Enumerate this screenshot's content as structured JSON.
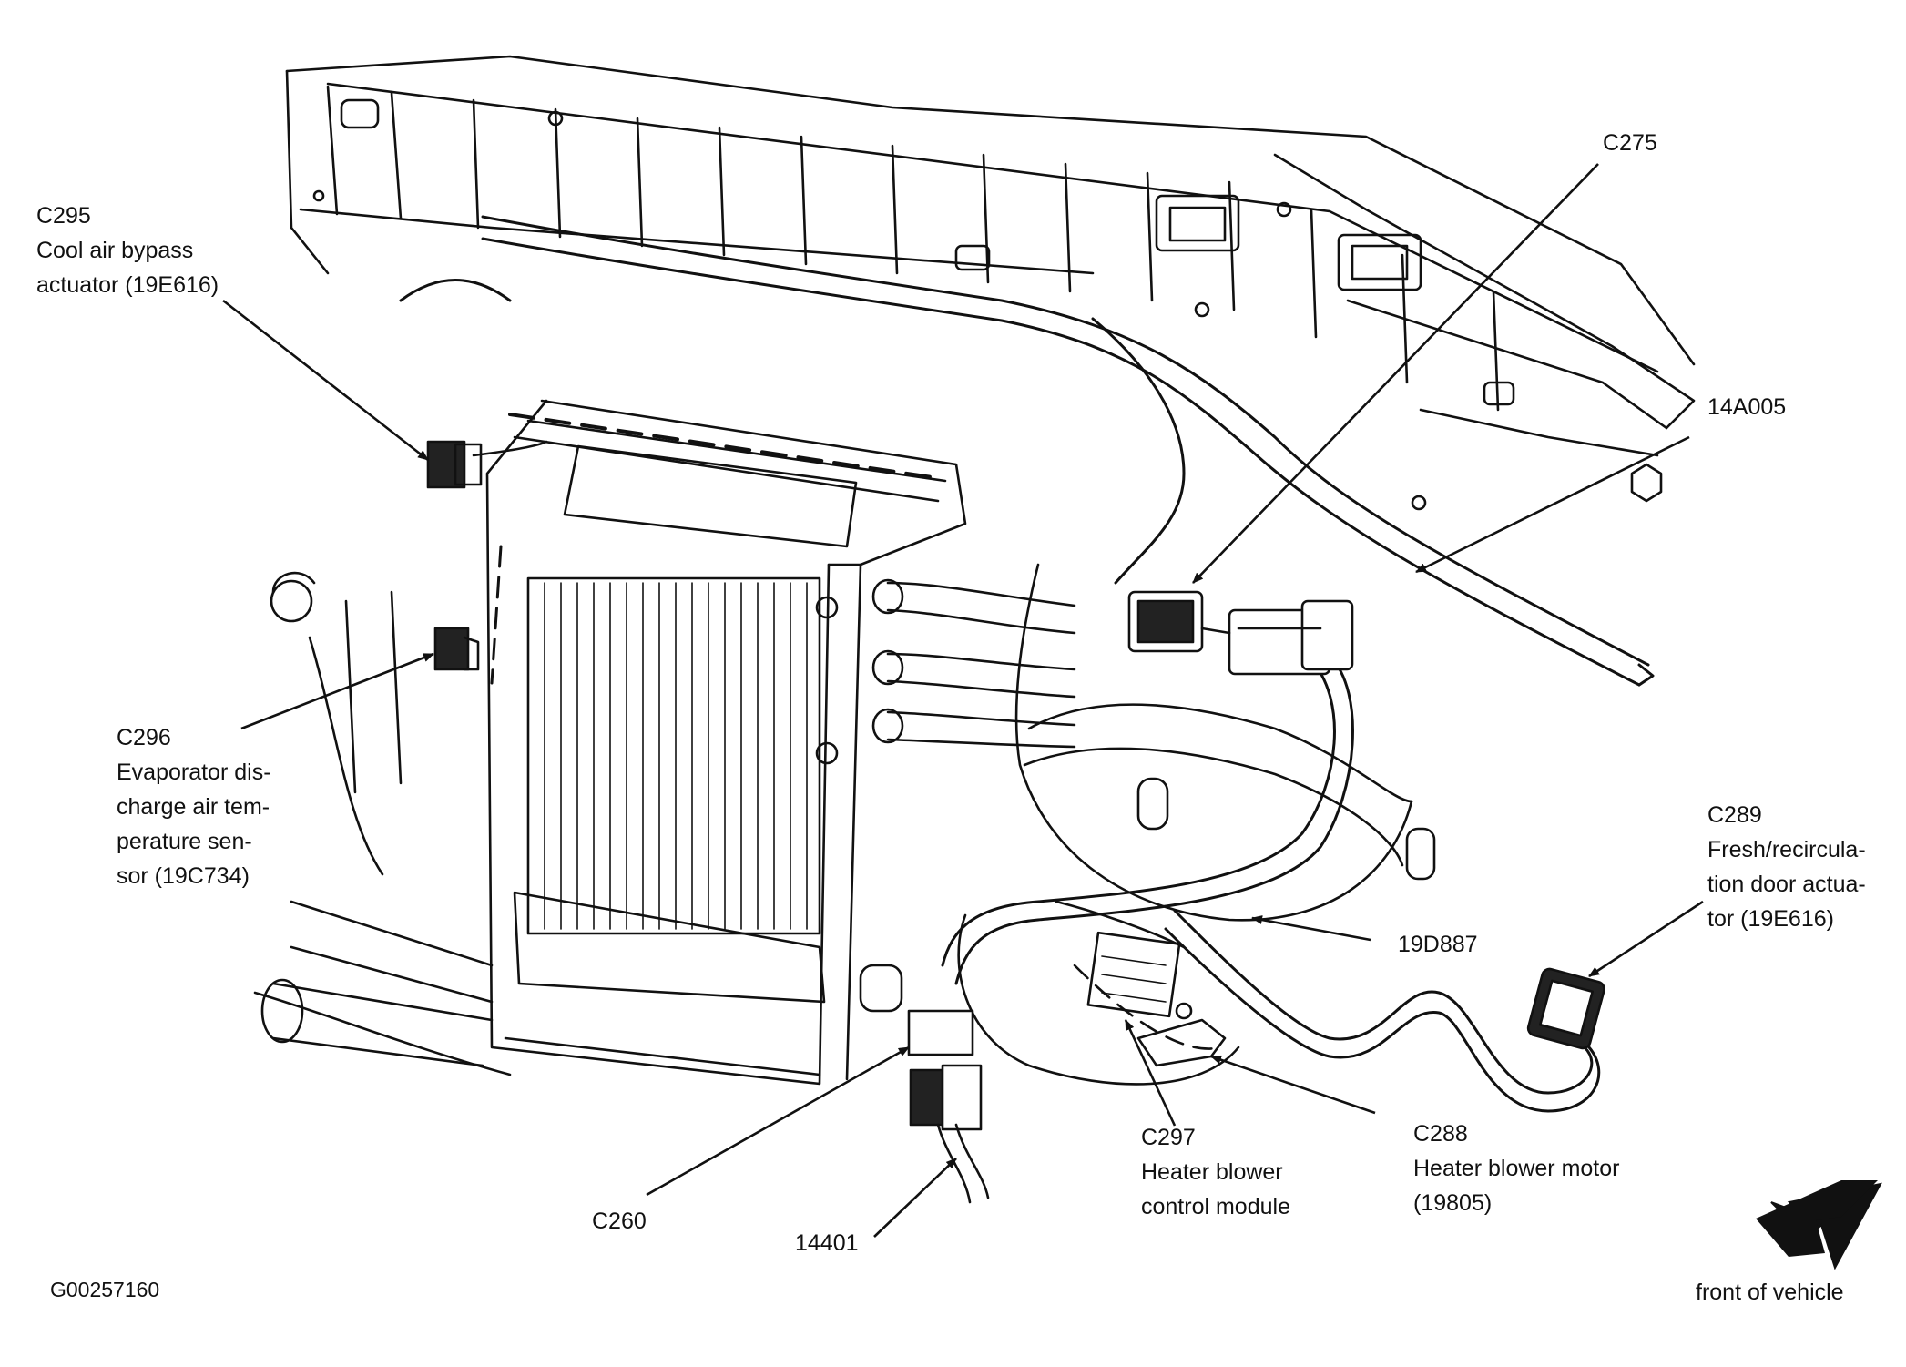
{
  "figure_id": "G00257160",
  "orientation_label": "front of vehicle",
  "callouts": {
    "c295": {
      "code": "C295",
      "lines": [
        "Cool air bypass",
        "actuator (19E616)"
      ]
    },
    "c275": {
      "code": "C275"
    },
    "a14a005": {
      "code": "14A005"
    },
    "c296": {
      "code": "C296",
      "lines": [
        "Evaporator dis-",
        "charge air tem-",
        "perature sen-",
        "sor (19C734)"
      ]
    },
    "c289": {
      "code": "C289",
      "lines": [
        "Fresh/recircula-",
        "tion door actua-",
        "tor (19E616)"
      ]
    },
    "d19d887": {
      "code": "19D887"
    },
    "c297": {
      "code": "C297",
      "lines": [
        "Heater blower",
        "control module"
      ]
    },
    "c288": {
      "code": "C288",
      "lines": [
        "Heater blower motor",
        "(19805)"
      ]
    },
    "c260": {
      "code": "C260"
    },
    "n14401": {
      "code": "14401"
    }
  },
  "colors": {
    "ink": "#111111",
    "background": "#ffffff"
  }
}
